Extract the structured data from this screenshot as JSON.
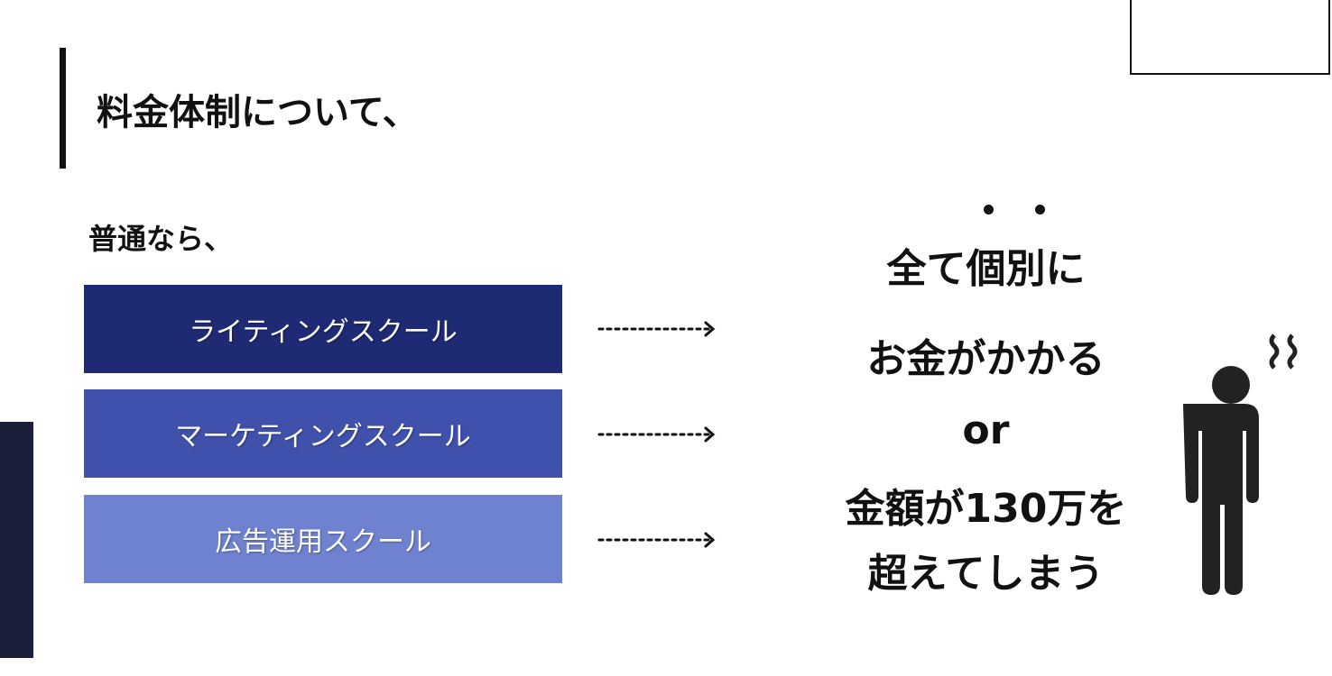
{
  "title": "料金体制について、",
  "subtitle": "普通なら、",
  "schools": [
    {
      "label": "ライティングスクール",
      "color": "#1e2a73"
    },
    {
      "label": "マーケティングスクール",
      "color": "#3f51ab"
    },
    {
      "label": "広告運用スクール",
      "color": "#6e82d0"
    }
  ],
  "result": {
    "line1": "全て個別に",
    "line2": "お金がかかる",
    "line3": "or",
    "line4": "金額が130万を",
    "line5": "超えてしまう"
  }
}
